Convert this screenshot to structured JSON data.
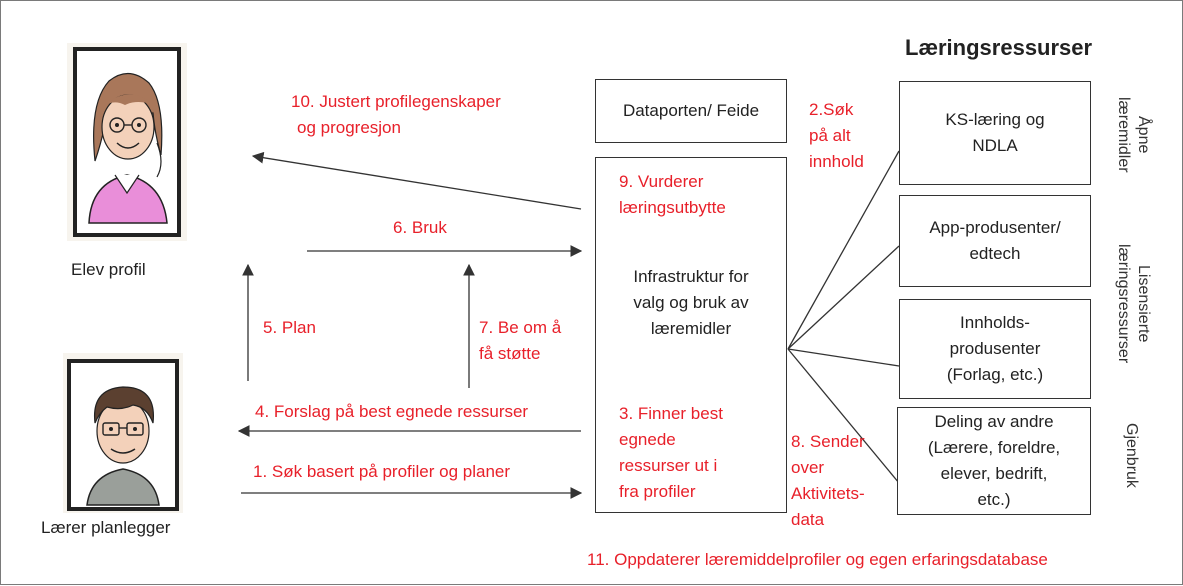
{
  "header": {
    "title": "Læringsressurser"
  },
  "actors": {
    "elev": {
      "label": "Elev profil"
    },
    "laerer": {
      "label": "Lærer planlegger"
    }
  },
  "boxes": {
    "dataporten": "Dataporten/ Feide",
    "infra": [
      "Infrastruktur for",
      "valg og bruk av",
      "læremidler"
    ],
    "ks": [
      "KS-læring og",
      "NDLA"
    ],
    "app": [
      "App-produsenter/",
      "edtech"
    ],
    "innhold": [
      "Innholds-",
      "produsenter",
      "(Forlag, etc.)"
    ],
    "deling": [
      "Deling av andre",
      "(Lærere, foreldre,",
      "elever, bedrift,",
      "etc.)"
    ]
  },
  "side_labels": {
    "apne": [
      "Åpne",
      "læremidler"
    ],
    "lisens": [
      "Lisensierte",
      "læringsressurser"
    ],
    "gjenbruk": [
      "Gjenbruk"
    ]
  },
  "steps": {
    "s1": "1. Søk basert på profiler og planer",
    "s2": [
      "2.Søk",
      "på alt",
      "innhold"
    ],
    "s3": [
      "3. Finner best",
      "egnede",
      "ressurser ut i",
      "fra profiler"
    ],
    "s4": "4. Forslag på best egnede ressurser",
    "s5": "5. Plan",
    "s6": "6. Bruk",
    "s7": [
      "7. Be om å",
      "få støtte"
    ],
    "s8": [
      "8. Sender",
      "over",
      "Aktivitets-",
      "data"
    ],
    "s9": [
      "9. Vurderer",
      "læringsutbytte"
    ],
    "s10": [
      "10. Justert profilegenskaper",
      "og progresjon"
    ],
    "s11": "11. Oppdaterer læremiddelprofiler og egen erfaringsdatabase"
  },
  "colors": {
    "step_text": "#e8202a",
    "line": "#333333",
    "elev_shirt": "#e98ed9",
    "laerer_shirt": "#9a9f9a"
  }
}
